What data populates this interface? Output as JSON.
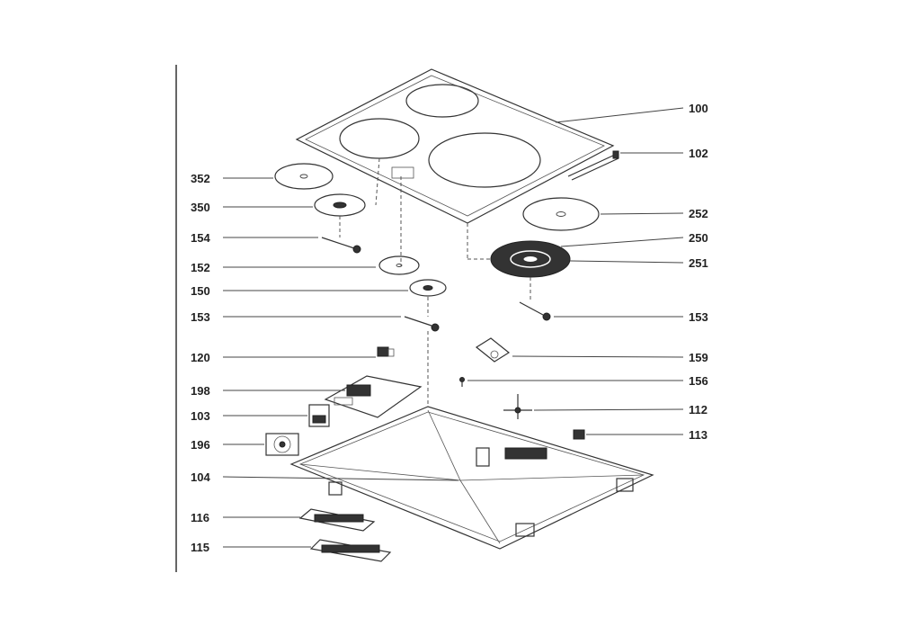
{
  "diagram": {
    "labels": {
      "l100": "100",
      "l102": "102",
      "l352": "352",
      "l350": "350",
      "l252": "252",
      "l250": "250",
      "l154": "154",
      "l251": "251",
      "l152": "152",
      "l150": "150",
      "l153a": "153",
      "l153b": "153",
      "l120": "120",
      "l159": "159",
      "l156": "156",
      "l198": "198",
      "l112": "112",
      "l103": "103",
      "l113": "113",
      "l196": "196",
      "l104": "104",
      "l116": "116",
      "l115": "115"
    }
  }
}
